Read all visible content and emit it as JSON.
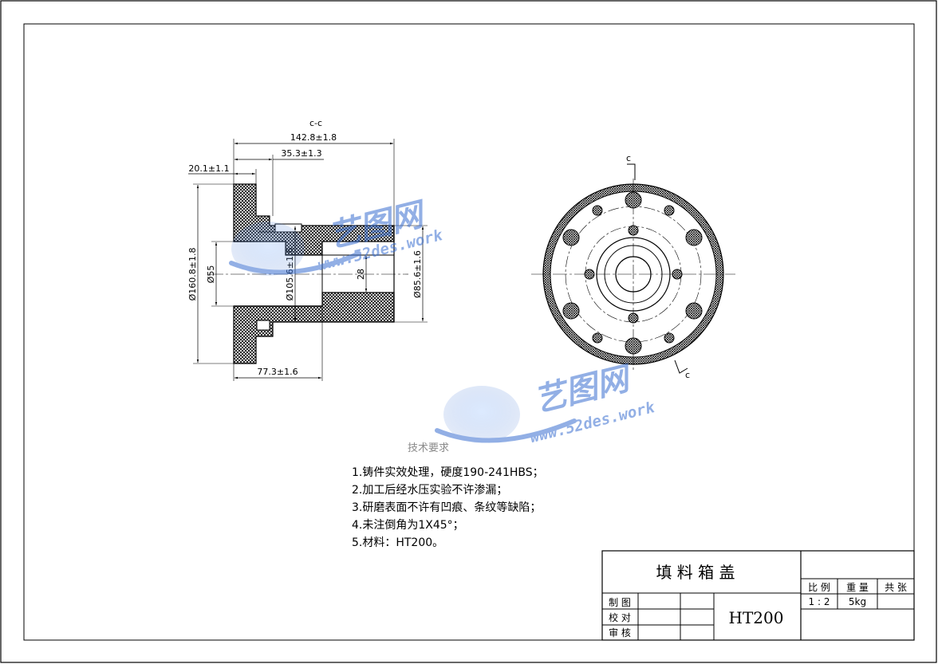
{
  "drawing": {
    "section_label": "c-c",
    "cut_mark_top": "c",
    "cut_mark_bottom": "c"
  },
  "dimensions": {
    "overall_length": "142.8±1.8",
    "step_length": "35.3±1.3",
    "flange_thickness": "20.1±1.1",
    "bore_length": "77.3±1.6",
    "outer_diameter": "Ø160.8±1.8",
    "bore_diameter": "Ø55",
    "hub_diameter": "Ø105.6±1.6",
    "groove_width": "28",
    "end_diameter": "Ø85.6±1.6"
  },
  "watermark": {
    "brand": "艺图网",
    "url": "www.52des.work"
  },
  "requirements": {
    "title": "技术要求",
    "items": [
      "1.铸件实效处理，硬度190-241HBS；",
      "2.加工后经水压实验不许渗漏；",
      "3.研磨表面不许有凹痕、条纹等缺陷；",
      "4.未注倒角为1X45°；",
      "5.材料：HT200。"
    ]
  },
  "title_block": {
    "part_name": "填 料 箱 盖",
    "material": "HT200",
    "scale_label": "比 例",
    "weight_label": "重 量",
    "sheets_label": "共    张",
    "scale_value": "1 : 2",
    "weight_value": "5kg",
    "drawn_label": "制 图",
    "checked_label": "校 对",
    "approved_label": "审 核"
  },
  "colors": {
    "line": "#000000",
    "watermark": "#3a6fd0",
    "faint_text": "#8a8a8a"
  }
}
